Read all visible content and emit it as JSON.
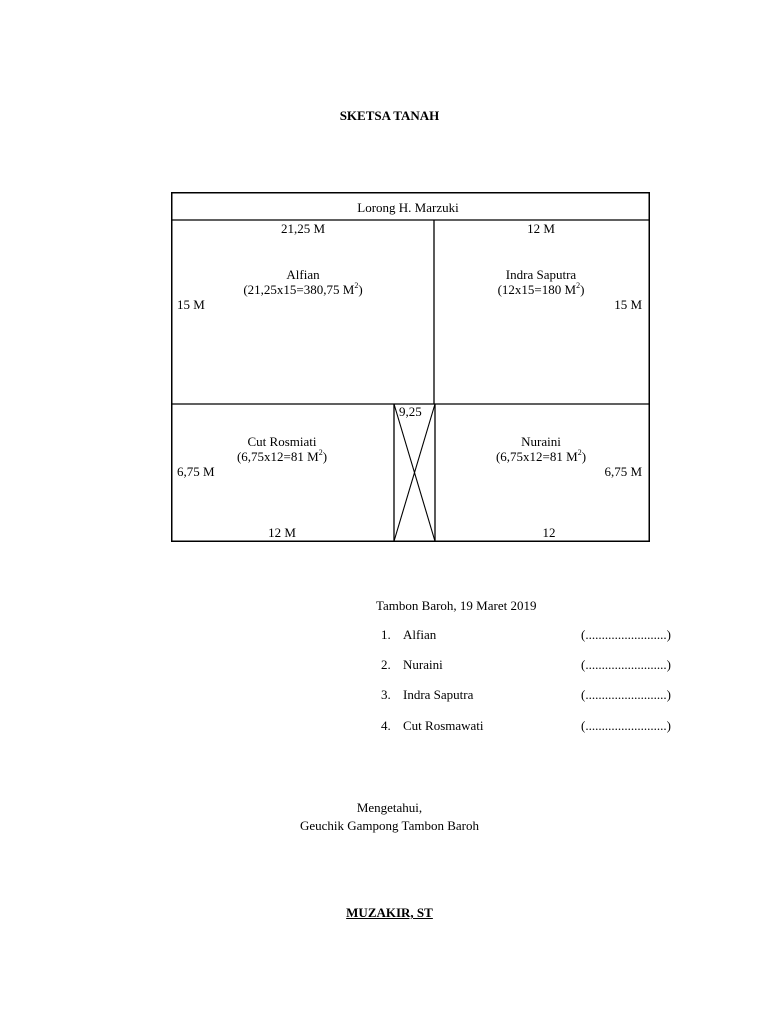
{
  "document": {
    "title": "SKETSA TANAH"
  },
  "sketch": {
    "road": "Lorong H. Marzuki",
    "top_left_width": "21,25 M",
    "top_right_width": "12 M",
    "left_top_height": "15 M",
    "right_top_height": "15 M",
    "alfian": {
      "name": "Alfian",
      "area_pre": "(21,25x15=380,75 M",
      "sup": "2",
      "area_post": ")"
    },
    "indra": {
      "name": "Indra Saputra",
      "area_pre": "(12x15=180 M",
      "sup": "2",
      "area_post": ")"
    },
    "passage_width": "9,25",
    "cut": {
      "name": "Cut Rosmiati",
      "area_pre": "(6,75x12=81 M",
      "sup": "2",
      "area_post": ")"
    },
    "nuraini": {
      "name": "Nuraini",
      "area_pre": "(6,75x12=81 M",
      "sup": "2",
      "area_post": ")"
    },
    "left_bottom_height": "6,75 M",
    "right_bottom_height": "6,75 M",
    "bottom_left_width": "12 M",
    "bottom_right_width": "12"
  },
  "signatures": {
    "place_date": "Tambon Baroh, 19 Maret 2019",
    "items": [
      {
        "num": "1.",
        "name": "Alfian",
        "line": "(.........................)"
      },
      {
        "num": "2.",
        "name": "Nuraini",
        "line": "(.........................)"
      },
      {
        "num": "3.",
        "name": "Indra Saputra",
        "line": "(.........................)"
      },
      {
        "num": "4.",
        "name": "Cut Rosmawati",
        "line": "(.........................)"
      }
    ]
  },
  "approval": {
    "line1": "Mengetahui,",
    "line2": "Geuchik Gampong Tambon Baroh",
    "official": "MUZAKIR, ST"
  }
}
